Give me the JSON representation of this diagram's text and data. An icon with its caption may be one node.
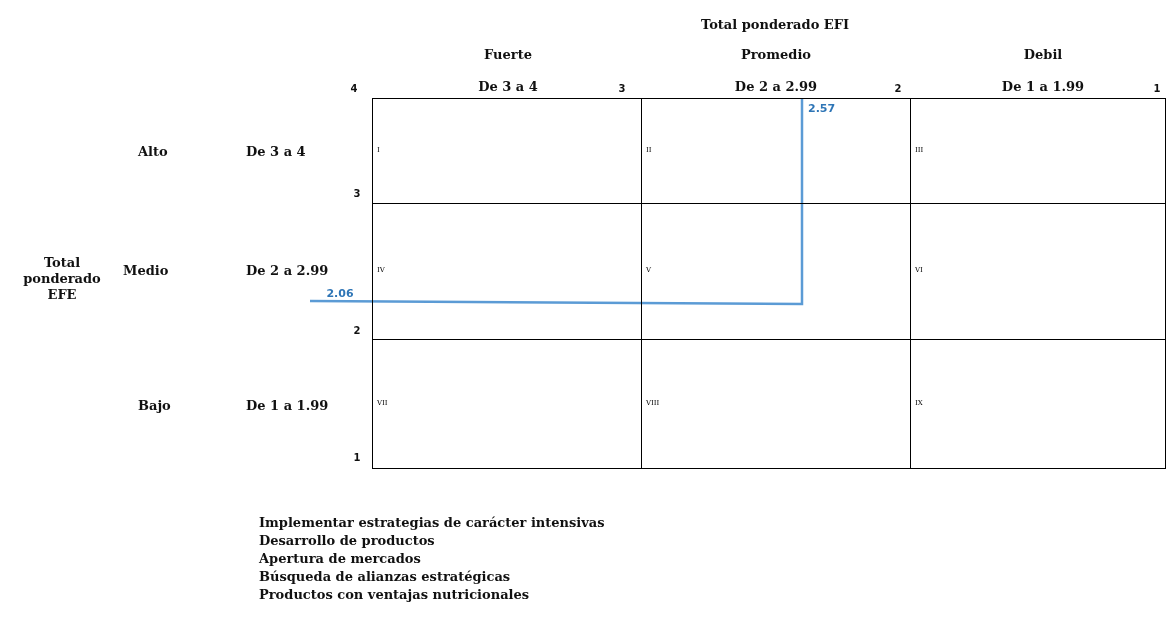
{
  "diagram": {
    "nodes": [
      {
        "text": [
          "I"
        ]
      },
      {
        "text": [
          "II"
        ]
      },
      {
        "text": [
          "III"
        ]
      },
      {
        "text": [
          "IV"
        ]
      },
      {
        "text": [
          "V"
        ]
      },
      {
        "text": [
          "VI"
        ]
      },
      {
        "text": [
          "VII"
        ]
      },
      {
        "text": [
          "VIII"
        ]
      },
      {
        "text": [
          "IX"
        ]
      }
    ],
    "labels": [
      "Total ponderado EFI",
      "Fuerte",
      "Promedio",
      "Debil",
      "4",
      "De 3 a 4",
      "3",
      "De 2 a 2.99",
      "2",
      "De 1 a 1.99",
      "1",
      "2.57",
      "Alto",
      "De 3 a 4",
      "3",
      "Total ponderado EFE",
      "Medio",
      "De 2 a 2.99",
      "2.06",
      "2",
      "Bajo",
      "De 1 a 1.99",
      "1",
      "Implementar estrategias de carácter intensivas",
      "Desarrollo de productos",
      "Apertura de mercados",
      "Búsqueda de alianzas estratégicas",
      "Productos con ventajas nutricionales"
    ]
  }
}
